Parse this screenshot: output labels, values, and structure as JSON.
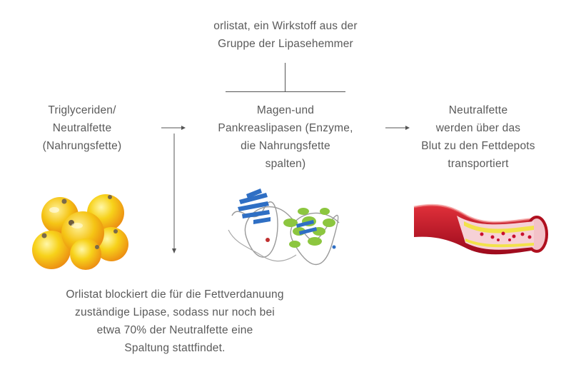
{
  "inhibitor_label": {
    "lines": [
      "orlistat, ein Wirkstoff aus der",
      "Gruppe der Lipasehemmer"
    ]
  },
  "input_label": {
    "lines": [
      "Triglyceriden/",
      "Neutralfette",
      "(Nahrungsfette)"
    ]
  },
  "enzyme_label": {
    "lines": [
      "Magen-und",
      "Pankreaslipasen (Enzyme,",
      "die Nahrungsfette",
      "spalten)"
    ]
  },
  "output_label": {
    "lines": [
      "Neutralfette",
      "werden über das",
      "Blut zu den Fettdepots",
      "transportiert"
    ]
  },
  "effect_label": {
    "lines": [
      "Orlistat blockiert die für die Fettverdanuung",
      "zuständige Lipase, sodass nur noch bei",
      "etwa 70% der Neutralfette eine",
      "Spaltung stattfindet."
    ]
  },
  "illustrations": {
    "fat": "fat-droplets-illustration",
    "enzyme": "lipase-protein-structure",
    "vessel": "blood-vessel-cross-section"
  },
  "colors": {
    "text": "#5a5a5a",
    "lines": "#555555",
    "fat_yellow": "#f7d21a",
    "fat_orange": "#f08a1c",
    "protein_blue": "#2f6fc4",
    "protein_green": "#8cc63f",
    "vessel_red": "#c8102e"
  }
}
